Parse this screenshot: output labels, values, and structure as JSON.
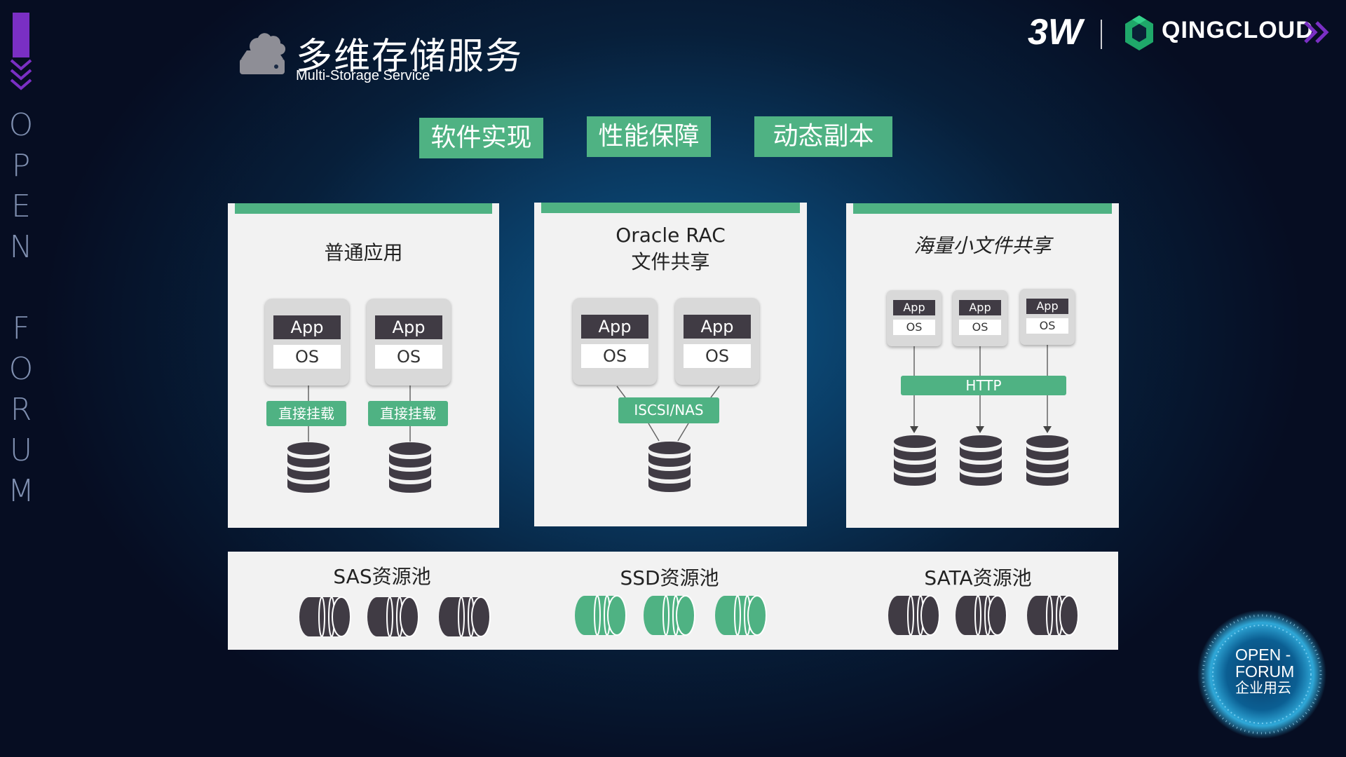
{
  "header": {
    "title": "多维存储服务",
    "subtitle": "Multi-Storage Service",
    "brand_3w": "3W",
    "brand_qingcloud": "QINGCLOUD"
  },
  "side_text": [
    "O",
    "P",
    "E",
    "N",
    "",
    "F",
    "O",
    "R",
    "U",
    "M"
  ],
  "features": [
    "软件实现",
    "性能保障",
    "动态副本"
  ],
  "panels": [
    {
      "title": "普通应用",
      "vm_app": "App",
      "vm_os": "OS",
      "link_label": "直接挂载"
    },
    {
      "title_line1": "Oracle RAC",
      "title_line2": "文件共享",
      "vm_app": "App",
      "vm_os": "OS",
      "link_label": "ISCSI/NAS"
    },
    {
      "title": "海量小文件共享",
      "vm_app": "App",
      "vm_os": "OS",
      "link_label": "HTTP"
    }
  ],
  "pools": [
    "SAS资源池",
    "SSD资源池",
    "SATA资源池"
  ],
  "open_forum": {
    "line1": "OPEN -",
    "line2": "FORUM",
    "line3": "企业用云"
  },
  "colors": {
    "accent_green": "#4fb283",
    "dark_disk": "#403b44",
    "purple": "#7a2fc4"
  }
}
